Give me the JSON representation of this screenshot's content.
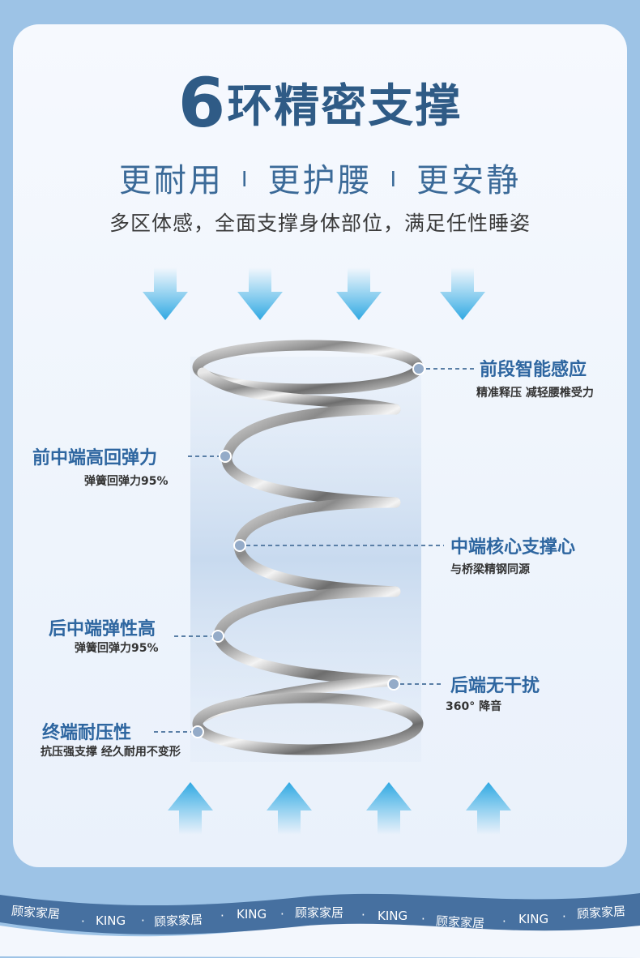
{
  "title": {
    "number": "6",
    "text": "环精密支撑"
  },
  "subtitle": {
    "items": [
      "更耐用",
      "更护腰",
      "更安静"
    ],
    "separator": "I"
  },
  "tagline": "多区体感，全面支撑身体部位，满足任性睡姿",
  "callouts": [
    {
      "title": "前段智能感应",
      "desc": "精准释压  减轻腰椎受力"
    },
    {
      "title": "前中端高回弹力",
      "desc": "弹簧回弹力95%"
    },
    {
      "title": "中端核心支撑心",
      "desc": "与桥梁精钢同源"
    },
    {
      "title": "后中端弹性高",
      "desc": "弹簧回弹力95%"
    },
    {
      "title": "后端无干扰",
      "desc": "360°  降音"
    },
    {
      "title": "终端耐压性",
      "desc": "抗压强支撑 经久耐用不变形"
    }
  ],
  "band": {
    "brand": "顾家家居",
    "english": "KING",
    "dot": "·"
  },
  "colors": {
    "background": "#9dc3e6",
    "title": "#2f5b86",
    "band": "#4670a0",
    "arrow": "#3fb3e6"
  }
}
